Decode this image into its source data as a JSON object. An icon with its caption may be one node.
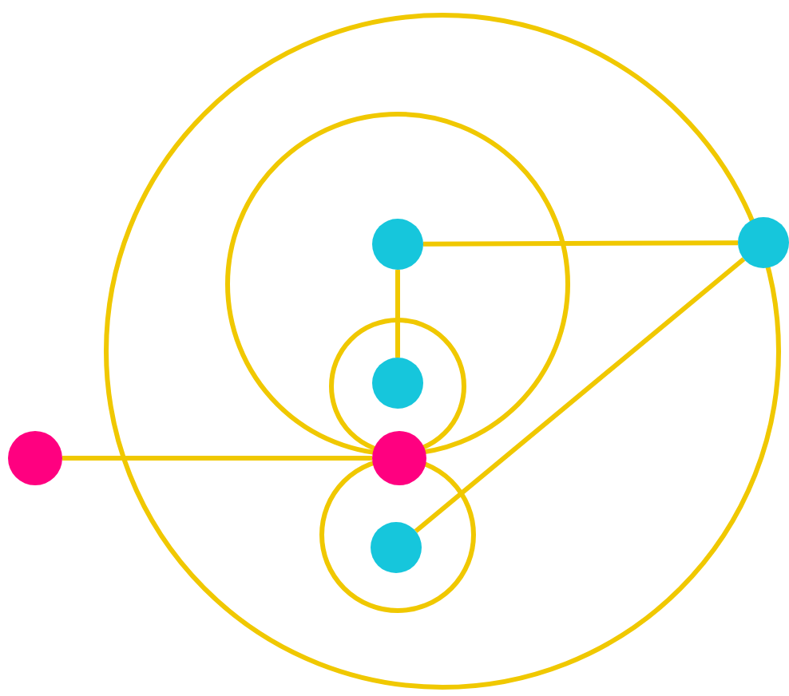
{
  "diagram": {
    "nodes": [
      {
        "text": [],
        "shape": "circle"
      },
      {
        "text": [],
        "shape": "circle",
        "in": 0
      },
      {
        "text": [],
        "shape": "circle",
        "in": 1
      },
      {
        "text": [],
        "shape": "circle",
        "in": 0
      },
      {
        "text": [],
        "shape": "circle",
        "in": 1
      },
      {
        "text": [],
        "shape": "circle"
      },
      {
        "text": [],
        "shape": "circle",
        "in": 2
      },
      {
        "text": [],
        "shape": "circle"
      },
      {
        "text": [],
        "shape": "circle",
        "in": 0
      },
      {
        "text": [],
        "shape": "circle",
        "in": 3
      }
    ],
    "edges": [
      {
        "from": 4,
        "to": 5,
        "arrow": "none"
      },
      {
        "from": 4,
        "to": 6,
        "arrow": "none"
      },
      {
        "from": 7,
        "to": 8,
        "arrow": "none"
      },
      {
        "from": 5,
        "to": 9,
        "arrow": "none"
      }
    ]
  }
}
